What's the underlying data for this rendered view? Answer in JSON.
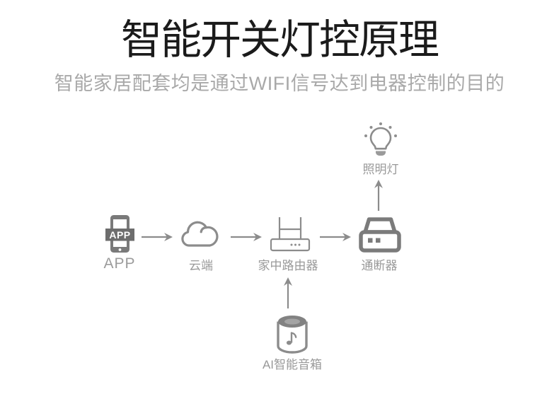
{
  "page": {
    "title": "智能开关灯控原理",
    "subtitle": "智能家居配套均是通过WIFI信号达到电器控制的目的"
  },
  "colors": {
    "title_text": "#1b1b1b",
    "subtitle_text": "#a9a9a9",
    "label_text": "#999999",
    "icon_stroke": "#8c8c8c",
    "icon_dark_fill": "#7a7a7a",
    "arrow": "#8c8c8c",
    "background": "#ffffff"
  },
  "diagram": {
    "nodes": {
      "app": {
        "label": "APP",
        "badge": "APP",
        "icon": "smartphone-icon"
      },
      "cloud": {
        "label": "云端",
        "icon": "cloud-icon"
      },
      "router": {
        "label": "家中路由器",
        "icon": "router-icon"
      },
      "breaker": {
        "label": "通断器",
        "icon": "breaker-icon"
      },
      "lamp": {
        "label": "照明灯",
        "icon": "light-bulb-icon"
      },
      "speaker": {
        "label": "AI智能音箱",
        "icon": "smart-speaker-icon"
      }
    },
    "edges": [
      {
        "from": "APP",
        "to": "云端",
        "direction": "right"
      },
      {
        "from": "云端",
        "to": "家中路由器",
        "direction": "right"
      },
      {
        "from": "家中路由器",
        "to": "通断器",
        "direction": "right"
      },
      {
        "from": "通断器",
        "to": "照明灯",
        "direction": "up"
      },
      {
        "from": "AI智能音箱",
        "to": "家中路由器",
        "direction": "up"
      }
    ]
  }
}
